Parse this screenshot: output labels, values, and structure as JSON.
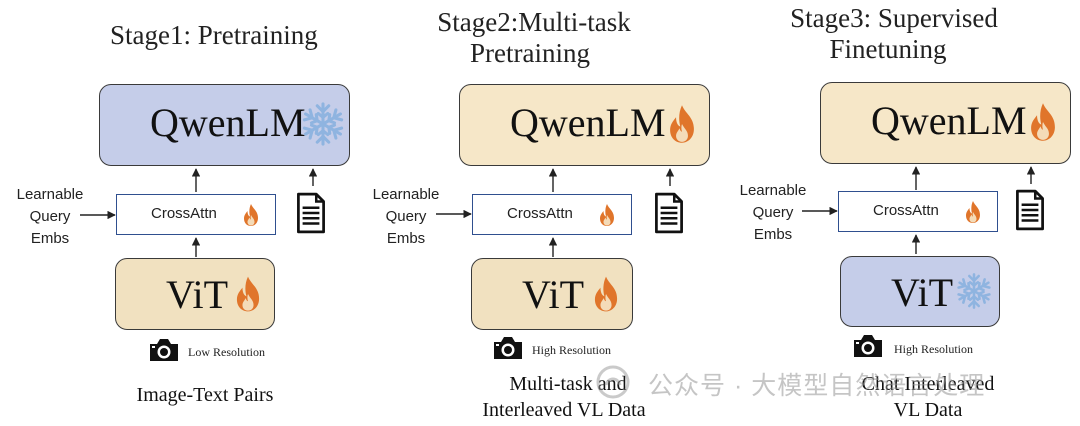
{
  "stages": [
    {
      "title_lines": [
        "Stage1: Pretraining"
      ],
      "lm_label": "QwenLM",
      "lm_state": "snowflake-icon",
      "crossattn_label": "CrossAttn",
      "side_label_lines": [
        "Learnable",
        "Query",
        "Embs"
      ],
      "vit_label": "ViT",
      "vit_state": "flame-icon",
      "resolution_label": "Low Resolution",
      "data_lines": [
        "Image-Text Pairs"
      ]
    },
    {
      "title_lines": [
        "Stage2:Multi-task",
        "Pretraining"
      ],
      "lm_label": "QwenLM",
      "lm_state": "flame-icon",
      "crossattn_label": "CrossAttn",
      "side_label_lines": [
        "Learnable",
        "Query",
        "Embs"
      ],
      "vit_label": "ViT",
      "vit_state": "flame-icon",
      "resolution_label": "High Resolution",
      "data_lines": [
        "Multi-task and",
        "Interleaved VL Data"
      ]
    },
    {
      "title_lines": [
        "Stage3: Supervised",
        "Finetuning"
      ],
      "lm_label": "QwenLM",
      "lm_state": "flame-icon",
      "crossattn_label": "CrossAttn",
      "side_label_lines": [
        "Learnable",
        "Query",
        "Embs"
      ],
      "vit_label": "ViT",
      "vit_state": "snowflake-icon",
      "resolution_label": "High Resolution",
      "data_lines": [
        "Chat Interleaved",
        "VL Data"
      ]
    }
  ],
  "watermark": "公众号 · 大模型自然语言处理",
  "colors": {
    "frozen_fill": "#c5cde9",
    "trainable_fill": "#f6e7c8",
    "flame": "#e0752b",
    "snowflake": "#8fb4e0",
    "crossattn_border": "#2f4f8f"
  }
}
